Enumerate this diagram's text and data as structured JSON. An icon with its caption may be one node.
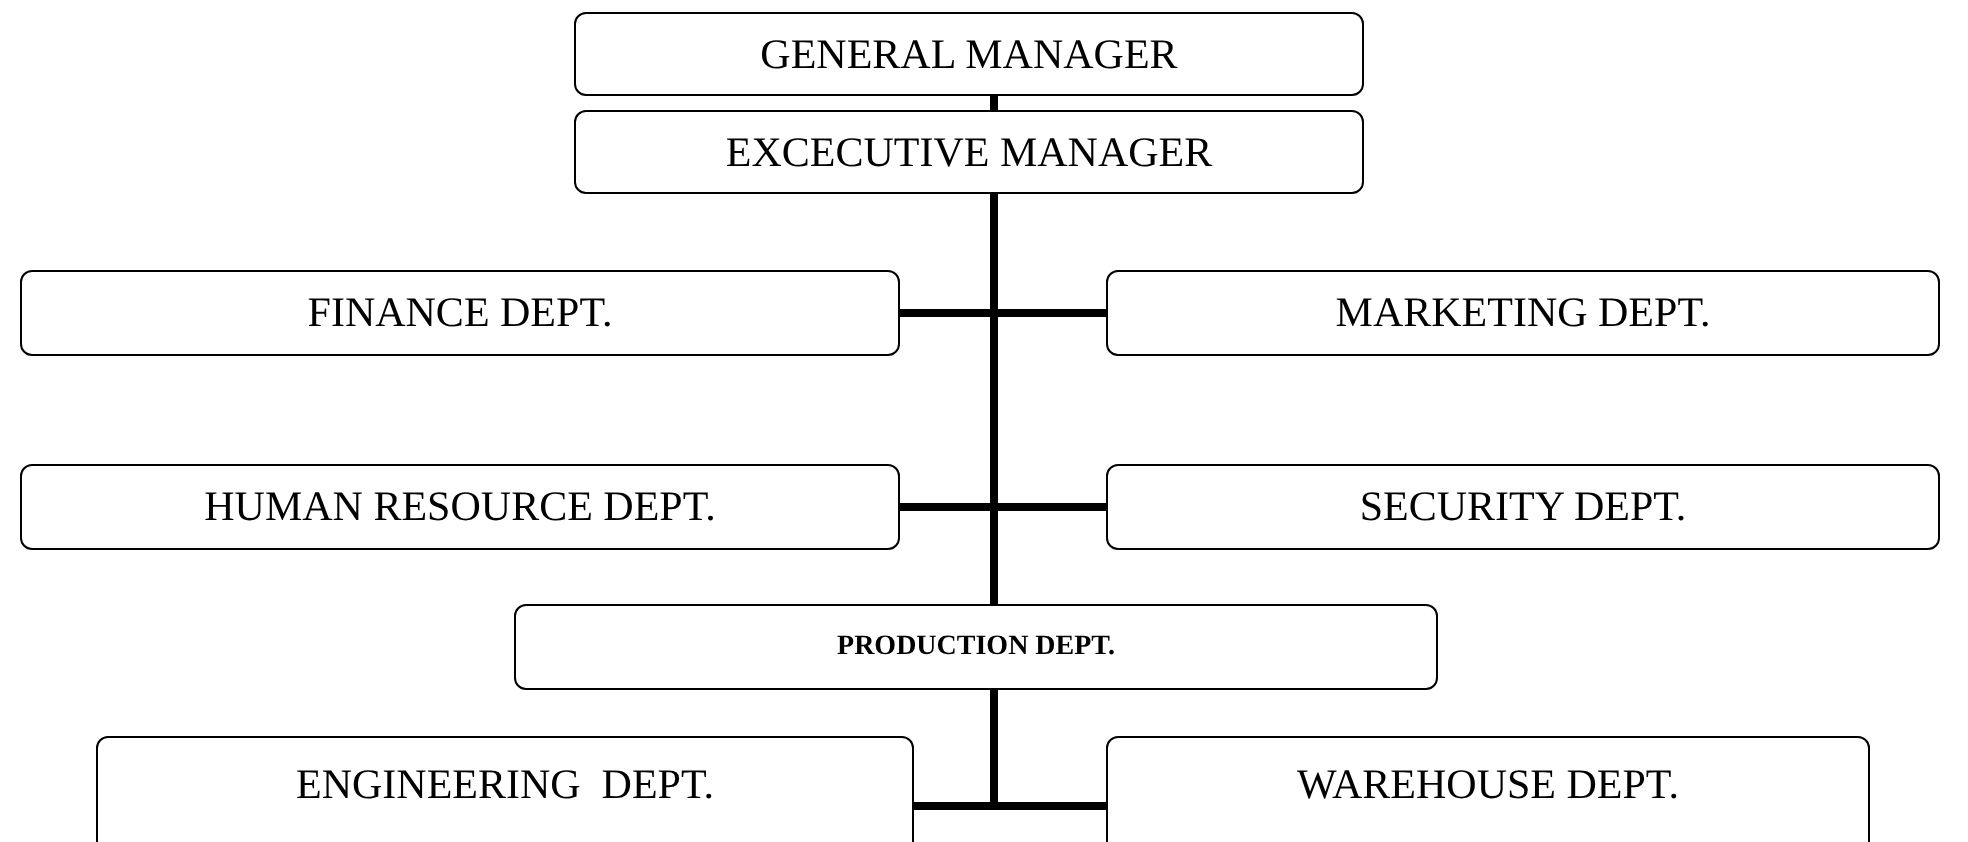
{
  "diagram": {
    "nodes": [
      {
        "text": [
          "GENERAL MANAGER"
        ]
      },
      {
        "text": [
          "EXCECUTIVE MANAGER"
        ]
      },
      {
        "text": [
          "FINANCE DEPT."
        ]
      },
      {
        "text": [
          "MARKETING DEPT."
        ]
      },
      {
        "text": [
          "HUMAN RESOURCE DEPT."
        ]
      },
      {
        "text": [
          "SECURITY DEPT."
        ]
      },
      {
        "text": [
          "PRODUCTION DEPT."
        ]
      },
      {
        "text": [
          "ENGINEERING  DEPT."
        ]
      },
      {
        "text": [
          "WAREHOUSE DEPT."
        ]
      }
    ],
    "edges": [
      {
        "from": 0,
        "to": 1,
        "arrow": "none"
      },
      {
        "from": 1,
        "to": 2,
        "arrow": "none"
      },
      {
        "from": 1,
        "to": 3,
        "arrow": "none"
      },
      {
        "from": 1,
        "to": 4,
        "arrow": "none"
      },
      {
        "from": 1,
        "to": 5,
        "arrow": "none"
      },
      {
        "from": 1,
        "to": 6,
        "arrow": "none"
      },
      {
        "from": 6,
        "to": 7,
        "arrow": "none"
      },
      {
        "from": 6,
        "to": 8,
        "arrow": "none"
      }
    ]
  }
}
